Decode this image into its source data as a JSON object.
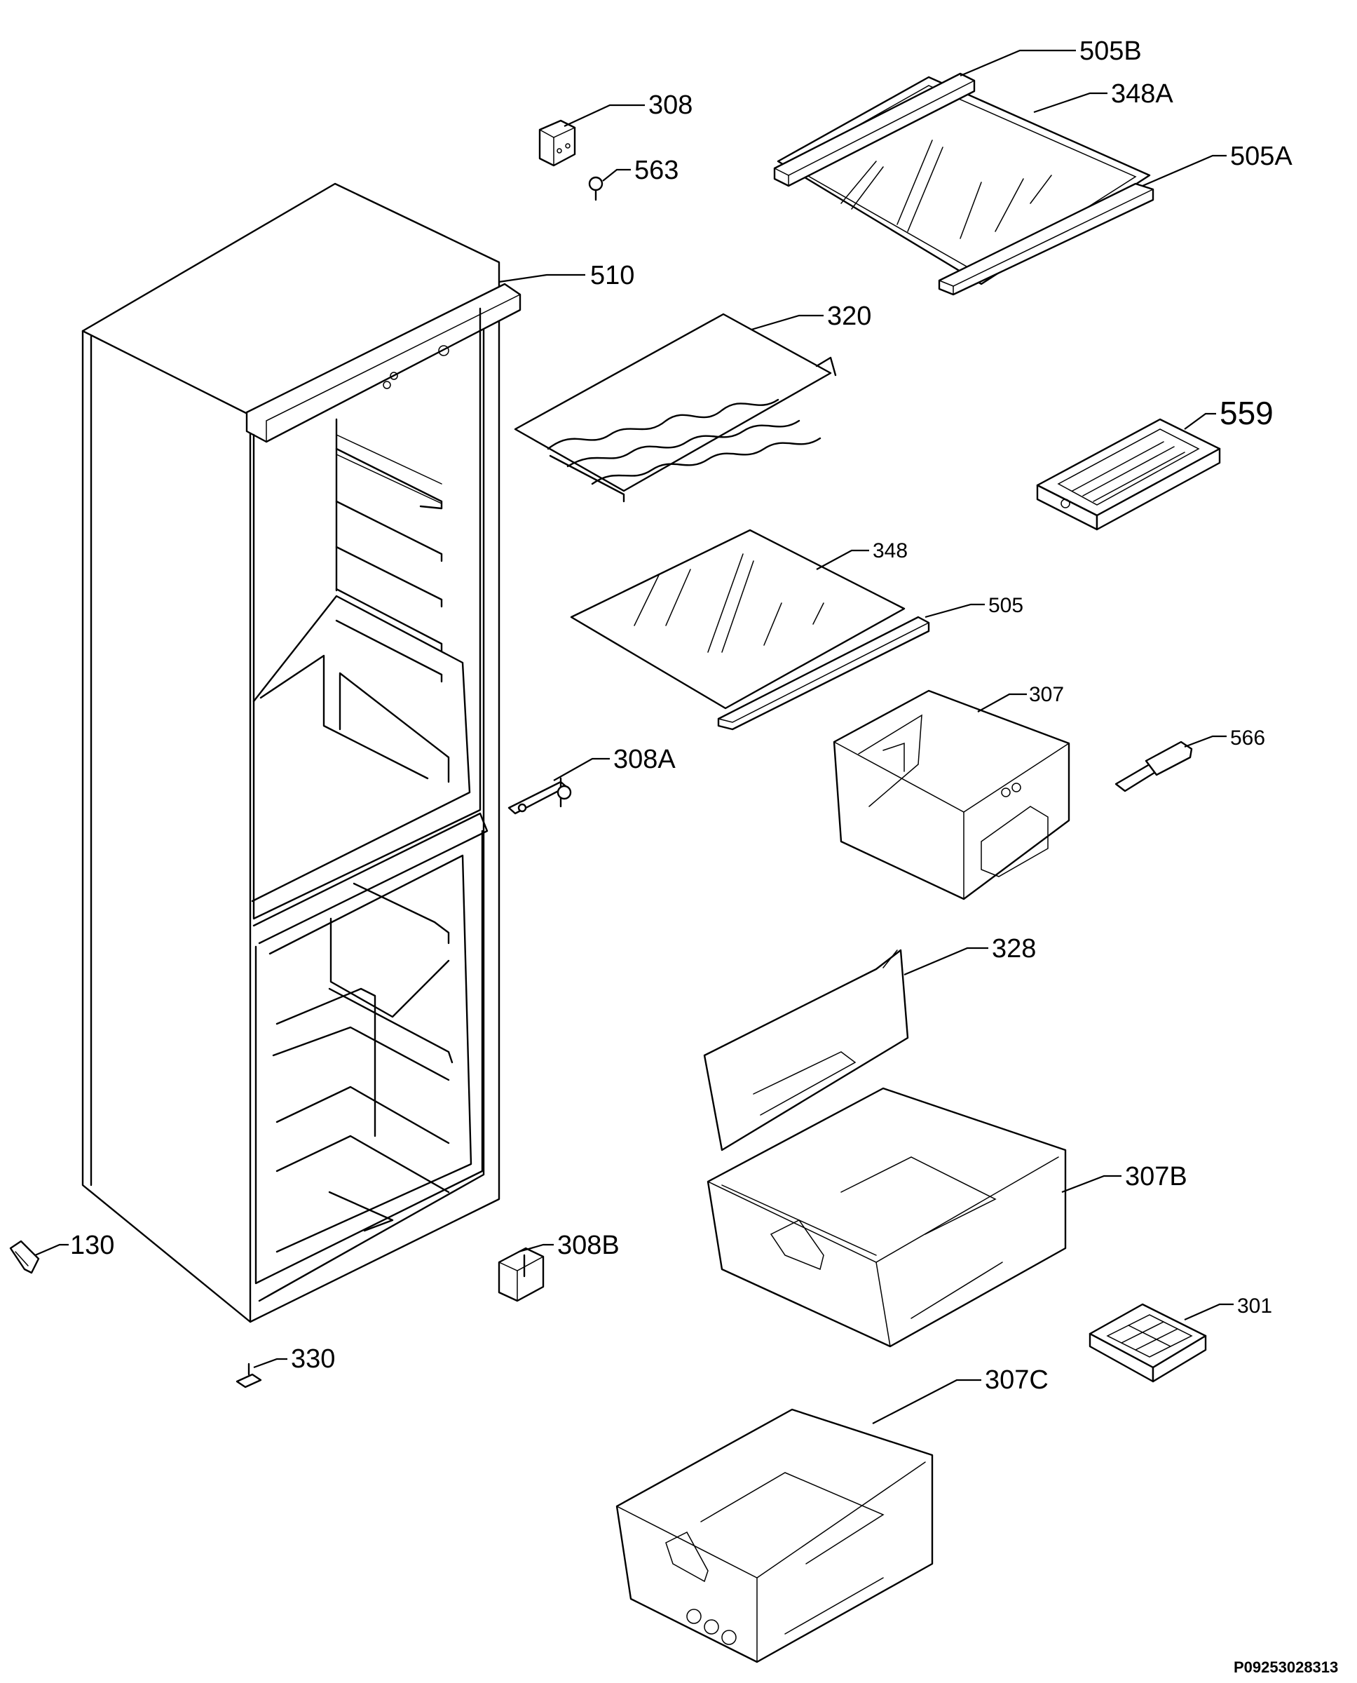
{
  "diagram": {
    "labels": {
      "p308": "308",
      "p563": "563",
      "p505b": "505B",
      "p348a": "348A",
      "p505a": "505A",
      "p510": "510",
      "p320": "320",
      "p559": "559",
      "p348": "348",
      "p505": "505",
      "p307": "307",
      "p566": "566",
      "p308a": "308A",
      "p328": "328",
      "p307b": "307B",
      "p130": "130",
      "p308b": "308B",
      "p301": "301",
      "p330": "330",
      "p307c": "307C"
    },
    "document_code": "P09253028313"
  }
}
